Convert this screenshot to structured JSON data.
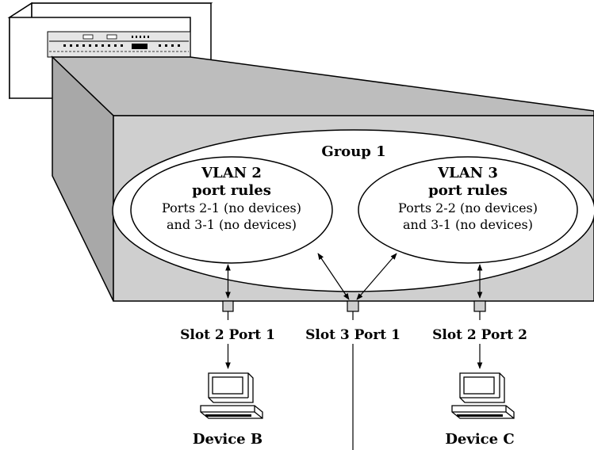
{
  "group": {
    "title": "Group 1"
  },
  "vlan_left": {
    "title": "VLAN 2",
    "subtitle": "port rules",
    "line1": "Ports 2-1 (no devices)",
    "line2": "and 3-1 (no devices)"
  },
  "vlan_right": {
    "title": "VLAN 3",
    "subtitle": "port rules",
    "line1": "Ports 2-2 (no devices)",
    "line2": "and 3-1 (no devices)"
  },
  "ports": {
    "left": "Slot 2 Port 1",
    "middle": "Slot 3 Port 1",
    "right": "Slot 2 Port 2"
  },
  "devices": {
    "left": "Device B",
    "right": "Device C"
  },
  "colors": {
    "outline": "#000000",
    "front_face": "#cfcfcf",
    "side_face": "#a8a8a8",
    "top_face": "#bdbdbd",
    "ellipse_fill": "#ffffff"
  }
}
